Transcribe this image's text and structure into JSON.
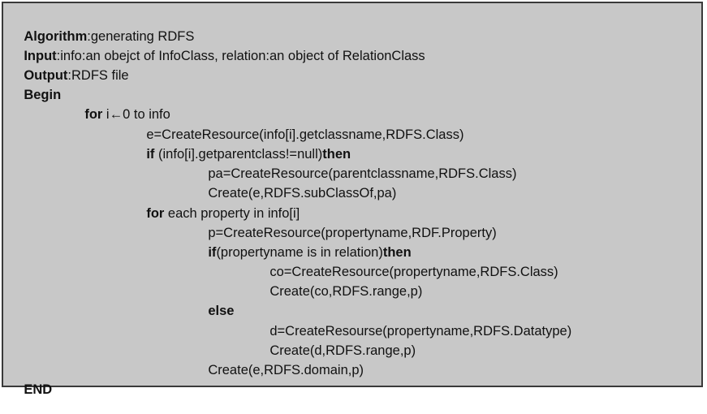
{
  "algorithm": {
    "header": {
      "algorithm_kw": "Algorithm",
      "algorithm_text": ":generating RDFS",
      "input_kw": "Input",
      "input_text": ":info:an obejct of InfoClass, relation:an object of RelationClass",
      "output_kw": "Output",
      "output_text": ":RDFS file",
      "begin_kw": "Begin"
    },
    "body": {
      "for1_kw": "for",
      "for1_text": " i←0 to info",
      "e_create": "e=CreateResource(info[i].getclassname,RDFS.Class)",
      "if1_kw": "if",
      "if1_text": " (info[i].getparentclass!=null)",
      "then1_kw": "then",
      "pa_create": "pa=CreateResource(parentclassname,RDFS.Class)",
      "create_subclass": "Create(e,RDFS.subClassOf,pa)",
      "for2_kw": "for",
      "for2_text": " each property in info[i]",
      "p_create": "p=CreateResource(propertyname,RDF.Property)",
      "if2_kw": "if",
      "if2_text": "(propertyname is in relation)",
      "then2_kw": "then",
      "co_create": "co=CreateResource(propertyname,RDFS.Class)",
      "create_range_co": "Create(co,RDFS.range,p)",
      "else_kw": "else",
      "d_create": "d=CreateResourse(propertyname,RDFS.Datatype)",
      "create_range_d": "Create(d,RDFS.range,p)",
      "create_domain": "Create(e,RDFS.domain,p)"
    },
    "end_kw": "END"
  }
}
